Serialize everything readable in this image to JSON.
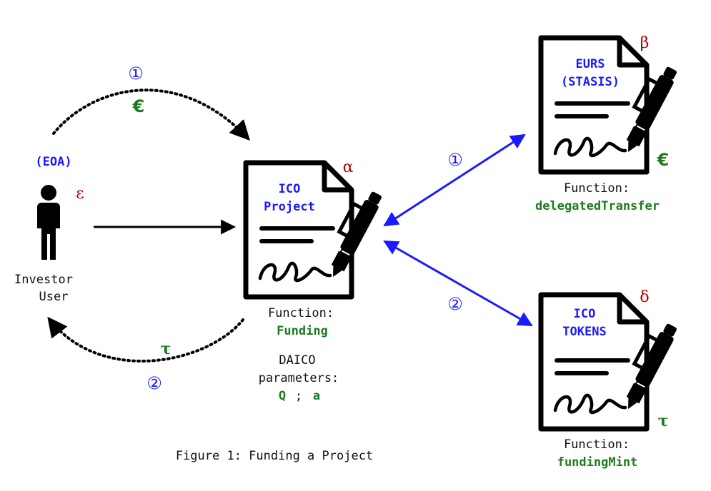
{
  "investor": {
    "tag": "(EOA)",
    "label_line1": "Investor",
    "label_line2": "User",
    "symbol": "ε"
  },
  "ico_project": {
    "title_line1": "ICO",
    "title_line2": "Project",
    "symbol": "α",
    "function_label": "Function:",
    "function_name": "Funding",
    "params_line1": "DAICO",
    "params_line2": "parameters:",
    "param_q": "Q",
    "param_sep": ";",
    "param_a": "a"
  },
  "eurs": {
    "title_line1": "EURS",
    "title_line2": "(STASIS)",
    "symbol": "β",
    "currency": "€",
    "function_label": "Function:",
    "function_name": "delegatedTransfer"
  },
  "ico_tokens": {
    "title_line1": "ICO",
    "title_line2": "TOKENS",
    "symbol": "δ",
    "currency": "τ",
    "function_label": "Function:",
    "function_name": "fundingMint"
  },
  "flows": {
    "top_step": "①",
    "top_currency": "€",
    "bottom_step": "②",
    "bottom_currency": "τ",
    "right_step_1": "①",
    "right_step_2": "②"
  },
  "caption": "Figure 1: Funding a Project",
  "colors": {
    "blue": "#1a1aff",
    "green": "#1e7a1e",
    "red": "#b00000",
    "black": "#000000"
  },
  "icons": [
    "person-icon",
    "contract-document-icon",
    "pen-icon"
  ]
}
